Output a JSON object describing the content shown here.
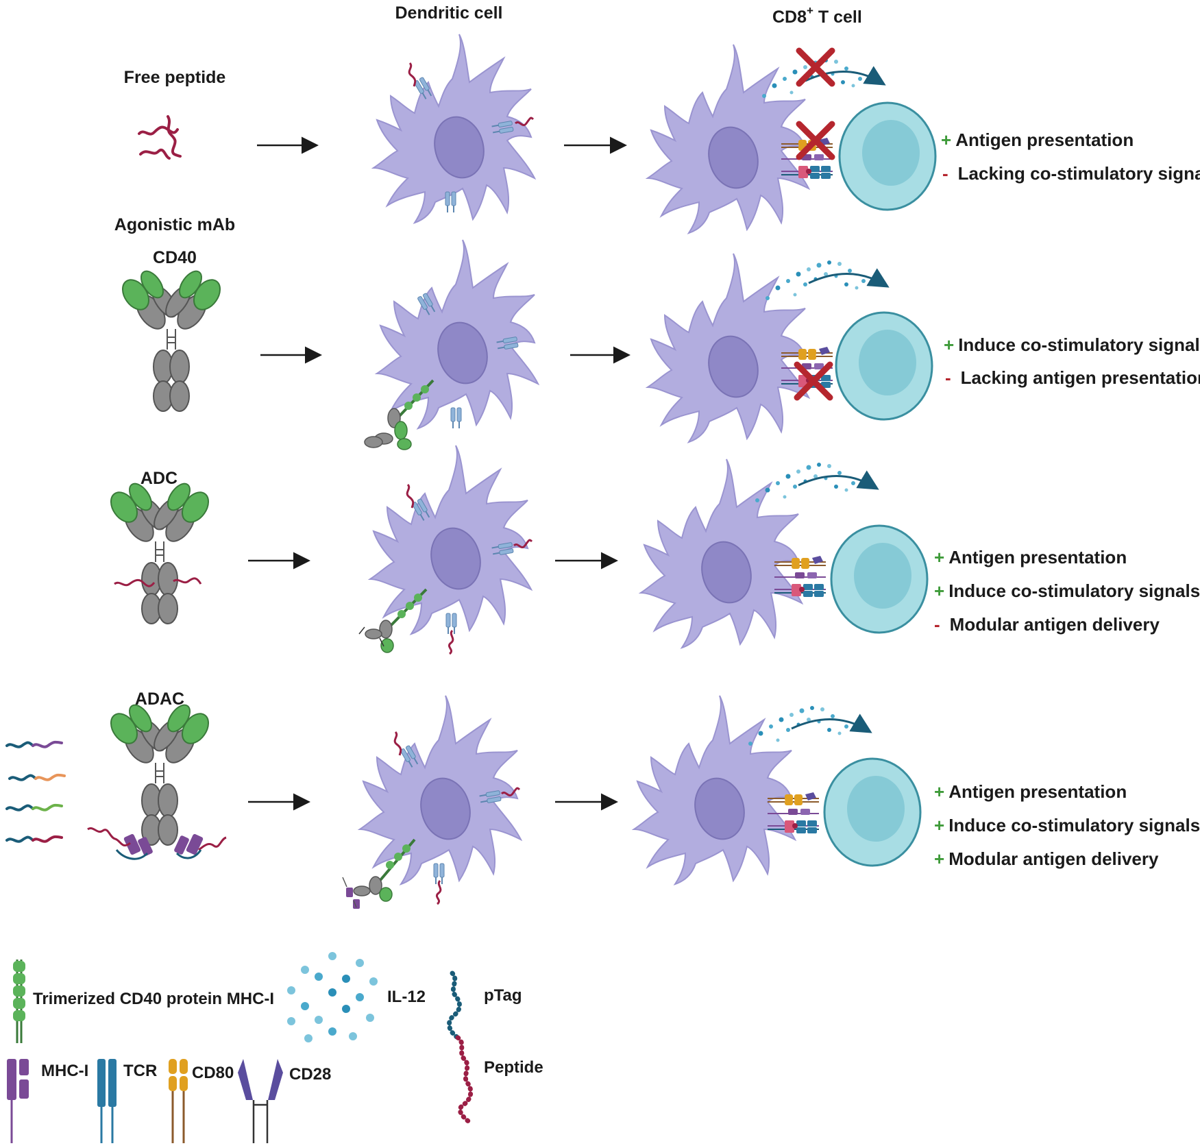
{
  "headers": {
    "dendritic": "Dendritic cell",
    "tcell_prefix": "CD8",
    "tcell_sup": "+",
    "tcell_suffix": " T cell"
  },
  "rows": [
    {
      "title": "Free peptide",
      "subtitle": "",
      "outcomes": [
        {
          "sign": "+",
          "text": "Antigen presentation"
        },
        {
          "sign": "-",
          "text": "Lacking co-stimulatory signals"
        }
      ]
    },
    {
      "title": "Agonistic mAb",
      "subtitle": "CD40",
      "outcomes": [
        {
          "sign": "+",
          "text": "Induce co-stimulatory signals"
        },
        {
          "sign": "-",
          "text": "Lacking antigen presentation"
        }
      ]
    },
    {
      "title": "ADC",
      "subtitle": "",
      "outcomes": [
        {
          "sign": "+",
          "text": "Antigen presentation"
        },
        {
          "sign": "+",
          "text": "Induce co-stimulatory signals"
        },
        {
          "sign": "-",
          "text": "Modular antigen delivery"
        }
      ]
    },
    {
      "title": "ADAC",
      "subtitle": "",
      "outcomes": [
        {
          "sign": "+",
          "text": "Antigen presentation"
        },
        {
          "sign": "+",
          "text": "Induce co-stimulatory signals"
        },
        {
          "sign": "+",
          "text": "Modular antigen delivery"
        }
      ]
    }
  ],
  "legend": {
    "cd40": "Trimerized CD40 protein MHC-I",
    "il12": "IL-12",
    "ptag": "pTag",
    "peptide": "Peptide",
    "mhc1": "MHC-I",
    "tcr": "TCR",
    "cd80": "CD80",
    "cd28": "CD28"
  },
  "colors": {
    "dc_body": "#b2addf",
    "dc_nucleus": "#8f88c7",
    "tcell_outer": "#a8dde4",
    "tcell_inner": "#86cad6",
    "antibody_gray": "#8c8c8c",
    "antibody_green": "#5bb35a",
    "peptide": "#9b1f45",
    "ptag": "#1a5c78",
    "cross": "#b5262e",
    "plus": "#3f9b3a",
    "minus": "#b5262e",
    "mhc1": "#7a4a96",
    "tcr": "#2a79a3",
    "cd80": "#e0a020",
    "cd28": "#5a4d9e",
    "il12": "#4aa9cc"
  },
  "blocked": {
    "row1_il12": true,
    "row1_costim": true,
    "row2_antigen": true
  }
}
